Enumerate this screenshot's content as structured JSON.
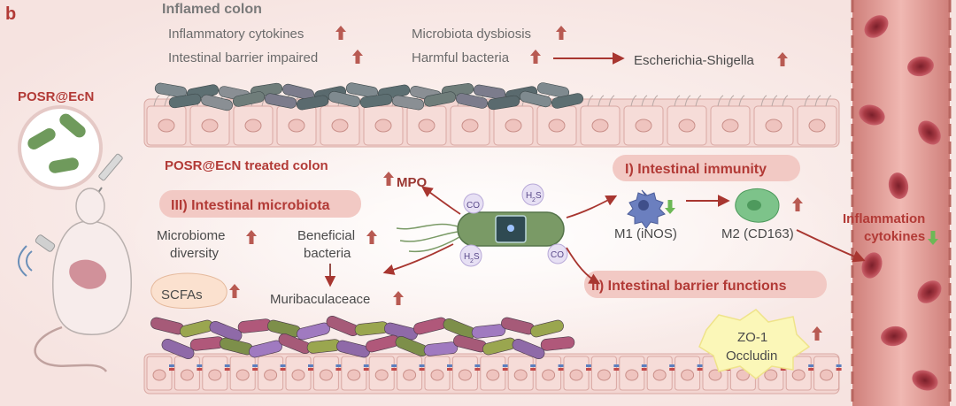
{
  "panel_label": "b",
  "left": {
    "treatment_label": "POSR@EcN"
  },
  "top": {
    "title": "Inflamed colon",
    "items": {
      "cytokines": "Inflammatory cytokines",
      "barrier": "Intestinal barrier impaired",
      "dysbiosis": "Microbiota dysbiosis",
      "harmful": "Harmful bacteria"
    },
    "harmful_target": "Escherichia-Shigella"
  },
  "treated": {
    "title": "POSR@EcN treated colon",
    "mpo": "MPO",
    "gases": {
      "co": "CO",
      "h2s_main": "H",
      "h2s_sub": "2",
      "h2s_end": "S"
    },
    "immunity": {
      "title": "I) Intestinal immunity",
      "m1": "M1 (iNOS)",
      "m2": "M2 (CD163)"
    },
    "barrier": {
      "title": "II) Intestinal barrier functions",
      "zo1": "ZO-1",
      "occludin": "Occludin"
    },
    "microbiota": {
      "title": "III) Intestinal microbiota",
      "diversity_l1": "Microbiome",
      "diversity_l2": "diversity",
      "beneficial_l1": "Beneficial",
      "beneficial_l2": "bacteria",
      "muribaculaceae": "Muribaculaceace",
      "scfas": "SCFAs"
    }
  },
  "vessel": {
    "l1": "Inflammation",
    "l2": "cytokines"
  },
  "colors": {
    "red": "#b23a36",
    "arrow_up": "#b85a52",
    "arrow_down": "#6db856",
    "pill": "#f2c9c4",
    "cell": "#f6dcd8",
    "vessel": "#d98f8a"
  }
}
